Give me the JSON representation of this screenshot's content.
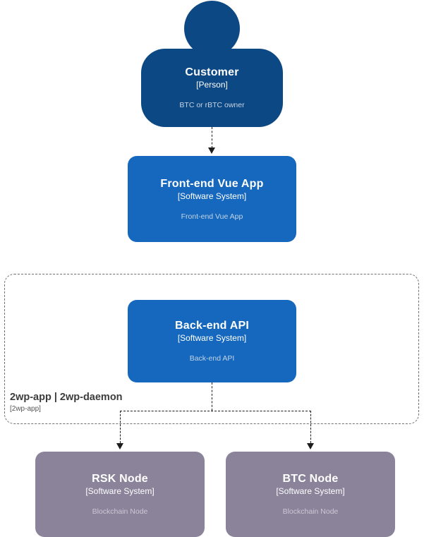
{
  "diagram": {
    "type": "c4-context-diagram",
    "background_color": "#ffffff",
    "colors": {
      "person": "#0b4884",
      "software_system": "#1568bd",
      "node": "#8a839a",
      "boundary_border": "#707070",
      "connector": "#1d1d1d",
      "description_text": "#c8d4e3"
    }
  },
  "nodes": {
    "customer": {
      "name": "Customer",
      "type": "[Person]",
      "description": "BTC or rBTC owner",
      "shape": "person"
    },
    "frontend": {
      "name": "Front-end Vue App",
      "type": "[Software System]",
      "description": "Front-end Vue App",
      "shape": "rounded-box"
    },
    "backend": {
      "name": "Back-end API",
      "type": "[Software System]",
      "description": "Back-end API",
      "shape": "rounded-box"
    },
    "rsk_node": {
      "name": "RSK Node",
      "type": "[Software System]",
      "description": "Blockchain Node",
      "shape": "rounded-box"
    },
    "btc_node": {
      "name": "BTC Node",
      "type": "[Software System]",
      "description": "Blockchain Node",
      "shape": "rounded-box"
    }
  },
  "boundary": {
    "name": "2wp-app | 2wp-daemon",
    "type": "[2wp-app]"
  },
  "connectors": [
    {
      "id": "customer-to-frontend",
      "from": "customer",
      "to": "frontend",
      "style": "dashed",
      "label": ""
    },
    {
      "id": "backend-to-rsk-node",
      "from": "backend",
      "to": "rsk_node",
      "style": "dashed",
      "label": ""
    },
    {
      "id": "backend-to-btc-node",
      "from": "backend",
      "to": "btc_node",
      "style": "dashed",
      "label": ""
    }
  ]
}
